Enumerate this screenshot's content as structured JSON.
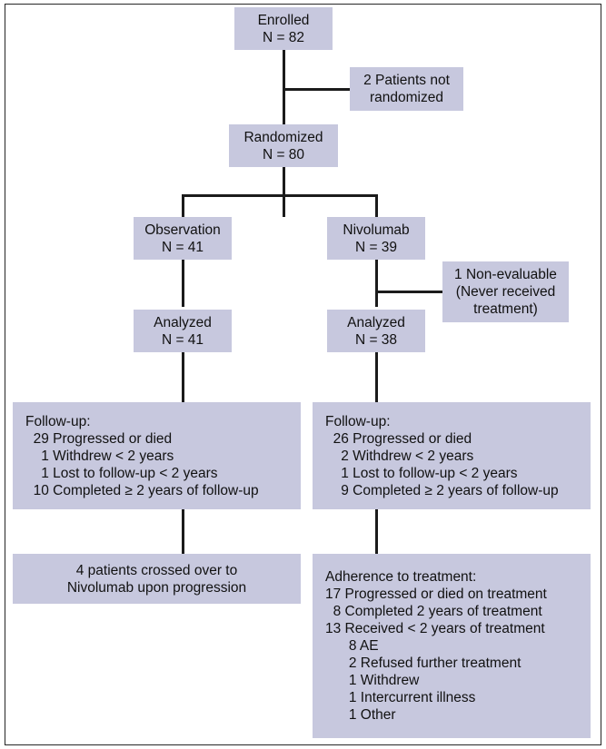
{
  "figure": {
    "type": "consort-flow-diagram",
    "box_fill": "#c7c8de",
    "line_color": "#1b1b1b",
    "text_color": "#111111",
    "border_color": "#262626"
  },
  "nodes": {
    "enrolled": {
      "line1": "Enrolled",
      "line2": "N = 82"
    },
    "not_randomized": {
      "line1": "2 Patients not",
      "line2": "randomized"
    },
    "randomized": {
      "line1": "Randomized",
      "line2": "N = 80"
    },
    "observation": {
      "line1": "Observation",
      "line2": "N = 41"
    },
    "nivolumab": {
      "line1": "Nivolumab",
      "line2": "N = 39"
    },
    "non_evaluable": {
      "line1": "1 Non-evaluable",
      "line2": "(Never received",
      "line3": "treatment)"
    },
    "analyzed_obs": {
      "line1": "Analyzed",
      "line2": "N = 41"
    },
    "analyzed_nivo": {
      "line1": "Analyzed",
      "line2": "N = 38"
    },
    "followup_obs": {
      "line1": "Follow-up:",
      "line2": "  29 Progressed or died",
      "line3": "    1 Withdrew < 2 years",
      "line4": "    1 Lost to follow-up < 2 years",
      "line5": "  10 Completed ≥ 2 years of follow-up"
    },
    "followup_nivo": {
      "line1": "Follow-up:",
      "line2": "  26 Progressed or died",
      "line3": "    2 Withdrew < 2 years",
      "line4": "    1 Lost to follow-up < 2 years",
      "line5": "    9 Completed ≥ 2 years of follow-up"
    },
    "crossover": {
      "line1": "4 patients crossed over to",
      "line2": "Nivolumab upon progression"
    },
    "adherence": {
      "line1": "Adherence to treatment:",
      "line2": "17 Progressed or died on treatment",
      "line3": "  8 Completed 2 years of treatment",
      "line4": "13 Received < 2 years of treatment",
      "line5": "      8 AE",
      "line6": "      2 Refused further treatment",
      "line7": "      1 Withdrew",
      "line8": "      1 Intercurrent illness",
      "line9": "      1 Other"
    }
  },
  "chart_data": {
    "type": "diagram",
    "title": "CONSORT patient flow diagram",
    "nodes": [
      {
        "id": "enrolled",
        "label": "Enrolled",
        "n": 82
      },
      {
        "id": "not_randomized",
        "label": "Patients not randomized",
        "n": 2
      },
      {
        "id": "randomized",
        "label": "Randomized",
        "n": 80
      },
      {
        "id": "observation",
        "label": "Observation",
        "n": 41
      },
      {
        "id": "nivolumab",
        "label": "Nivolumab",
        "n": 39
      },
      {
        "id": "non_evaluable",
        "label": "Non-evaluable (Never received treatment)",
        "n": 1
      },
      {
        "id": "analyzed_obs",
        "label": "Analyzed (Observation)",
        "n": 41
      },
      {
        "id": "analyzed_nivo",
        "label": "Analyzed (Nivolumab)",
        "n": 38
      }
    ],
    "edges": [
      {
        "from": "enrolled",
        "to": "not_randomized"
      },
      {
        "from": "enrolled",
        "to": "randomized"
      },
      {
        "from": "randomized",
        "to": "observation"
      },
      {
        "from": "randomized",
        "to": "nivolumab"
      },
      {
        "from": "observation",
        "to": "analyzed_obs"
      },
      {
        "from": "nivolumab",
        "to": "non_evaluable"
      },
      {
        "from": "nivolumab",
        "to": "analyzed_nivo"
      },
      {
        "from": "analyzed_obs",
        "to": "followup_obs"
      },
      {
        "from": "analyzed_nivo",
        "to": "followup_nivo"
      },
      {
        "from": "followup_obs",
        "to": "crossover"
      },
      {
        "from": "followup_nivo",
        "to": "adherence"
      }
    ],
    "followup_observation": [
      {
        "n": 29,
        "label": "Progressed or died"
      },
      {
        "n": 1,
        "label": "Withdrew < 2 years"
      },
      {
        "n": 1,
        "label": "Lost to follow-up < 2 years"
      },
      {
        "n": 10,
        "label": "Completed ≥ 2 years of follow-up"
      }
    ],
    "followup_nivolumab": [
      {
        "n": 26,
        "label": "Progressed or died"
      },
      {
        "n": 2,
        "label": "Withdrew < 2 years"
      },
      {
        "n": 1,
        "label": "Lost to follow-up < 2 years"
      },
      {
        "n": 9,
        "label": "Completed ≥ 2 years of follow-up"
      }
    ],
    "crossover": [
      {
        "n": 4,
        "label": "patients crossed over to Nivolumab upon progression"
      }
    ],
    "adherence_to_treatment": [
      {
        "n": 17,
        "label": "Progressed or died on treatment"
      },
      {
        "n": 8,
        "label": "Completed 2 years of treatment"
      },
      {
        "n": 13,
        "label": "Received < 2 years of treatment"
      },
      {
        "n": 8,
        "label": "AE",
        "sub": true
      },
      {
        "n": 2,
        "label": "Refused further treatment",
        "sub": true
      },
      {
        "n": 1,
        "label": "Withdrew",
        "sub": true
      },
      {
        "n": 1,
        "label": "Intercurrent illness",
        "sub": true
      },
      {
        "n": 1,
        "label": "Other",
        "sub": true
      }
    ]
  }
}
